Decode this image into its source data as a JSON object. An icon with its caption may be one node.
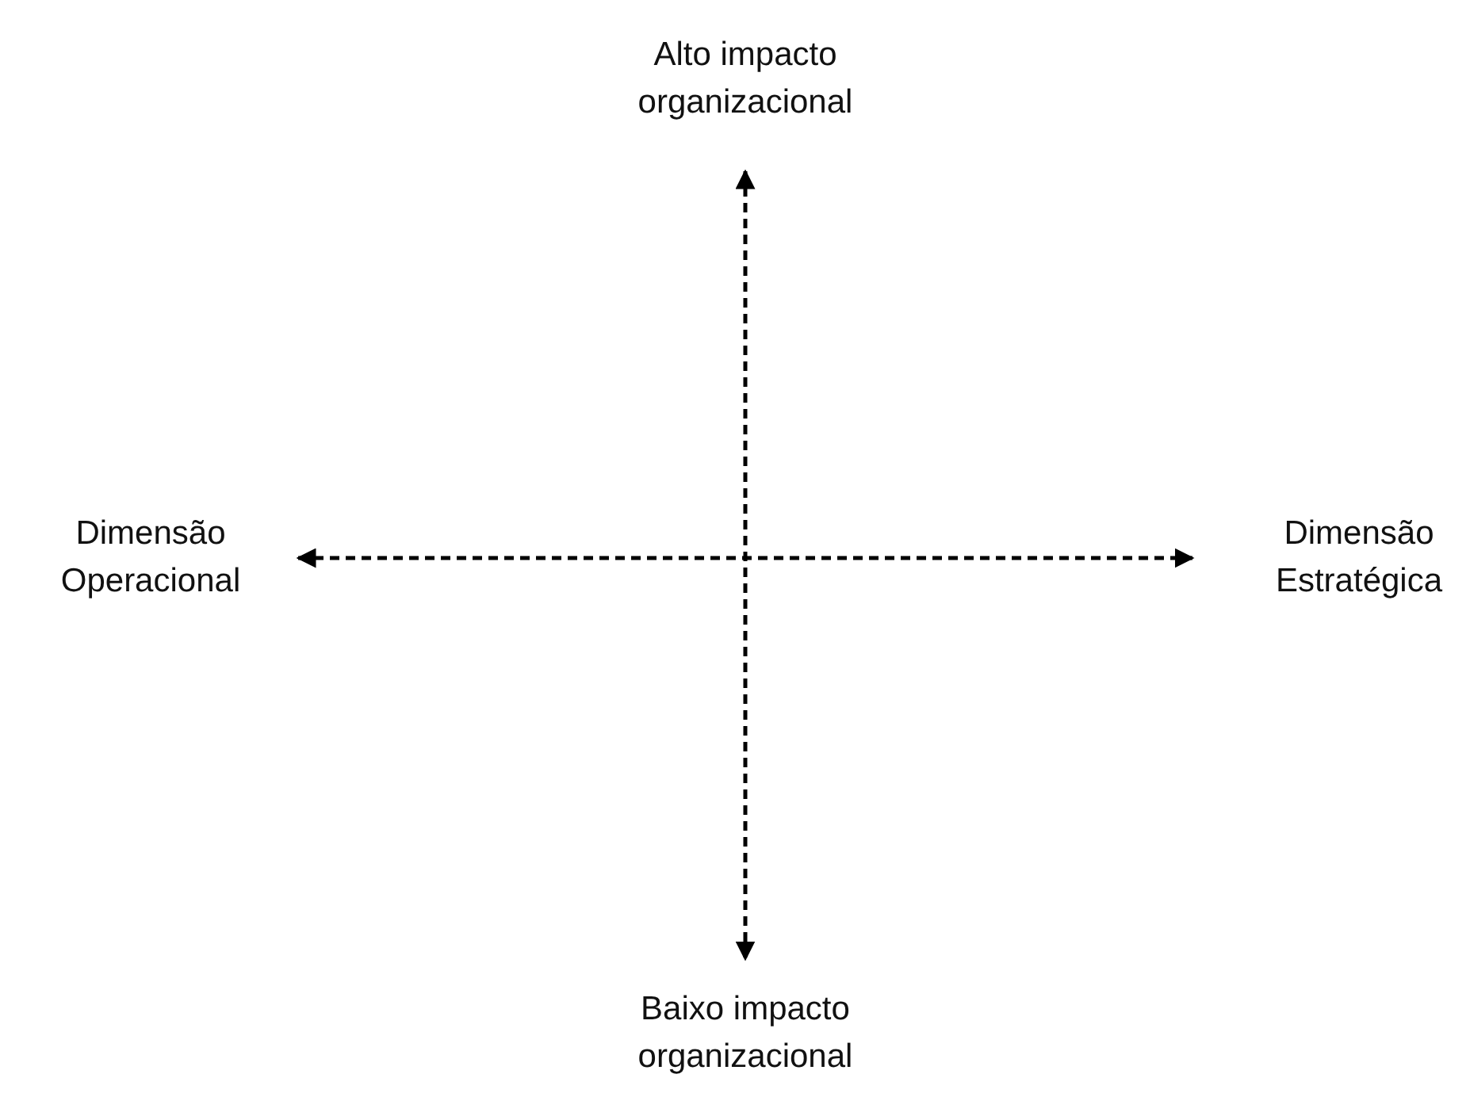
{
  "diagram": {
    "labels": [
      "Alto impacto organizacional",
      "Dimensão Operacional",
      "Dimensão Estratégica",
      "Baixo impacto organizacional"
    ]
  }
}
